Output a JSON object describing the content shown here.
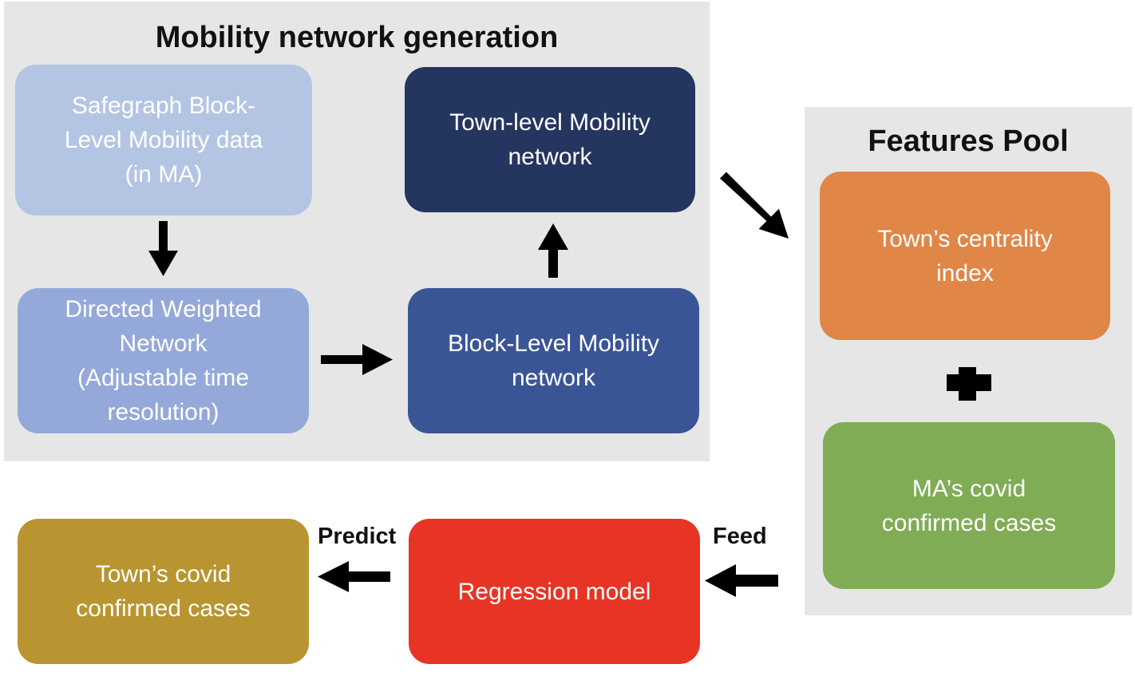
{
  "panels": {
    "mobility_title": "Mobility network generation",
    "features_title": "Features Pool"
  },
  "boxes": {
    "safegraph": "Safegraph Block-\nLevel  Mobility data\n(in MA)",
    "directed": "Directed Weighted\nNetwork\n(Adjustable time\nresolution)",
    "block_level": "Block-Level Mobility\nnetwork",
    "town_level": "Town-level Mobility\nnetwork",
    "centrality": "Town’s centrality\nindex",
    "ma_cases": "MA’s covid\nconfirmed cases",
    "regression": "Regression model",
    "town_cases": "Town’s covid\nconfirmed cases"
  },
  "labels": {
    "predict": "Predict",
    "feed": "Feed"
  },
  "colors": {
    "panel_bg": "#e6e6e6",
    "safegraph": "#b4c5e4",
    "directed": "#94a9d9",
    "block_level": "#3a5596",
    "town_level": "#24355f",
    "centrality": "#e08646",
    "ma_cases": "#80ac56",
    "regression": "#e83424",
    "town_cases": "#b89531",
    "arrow": "#000000"
  }
}
